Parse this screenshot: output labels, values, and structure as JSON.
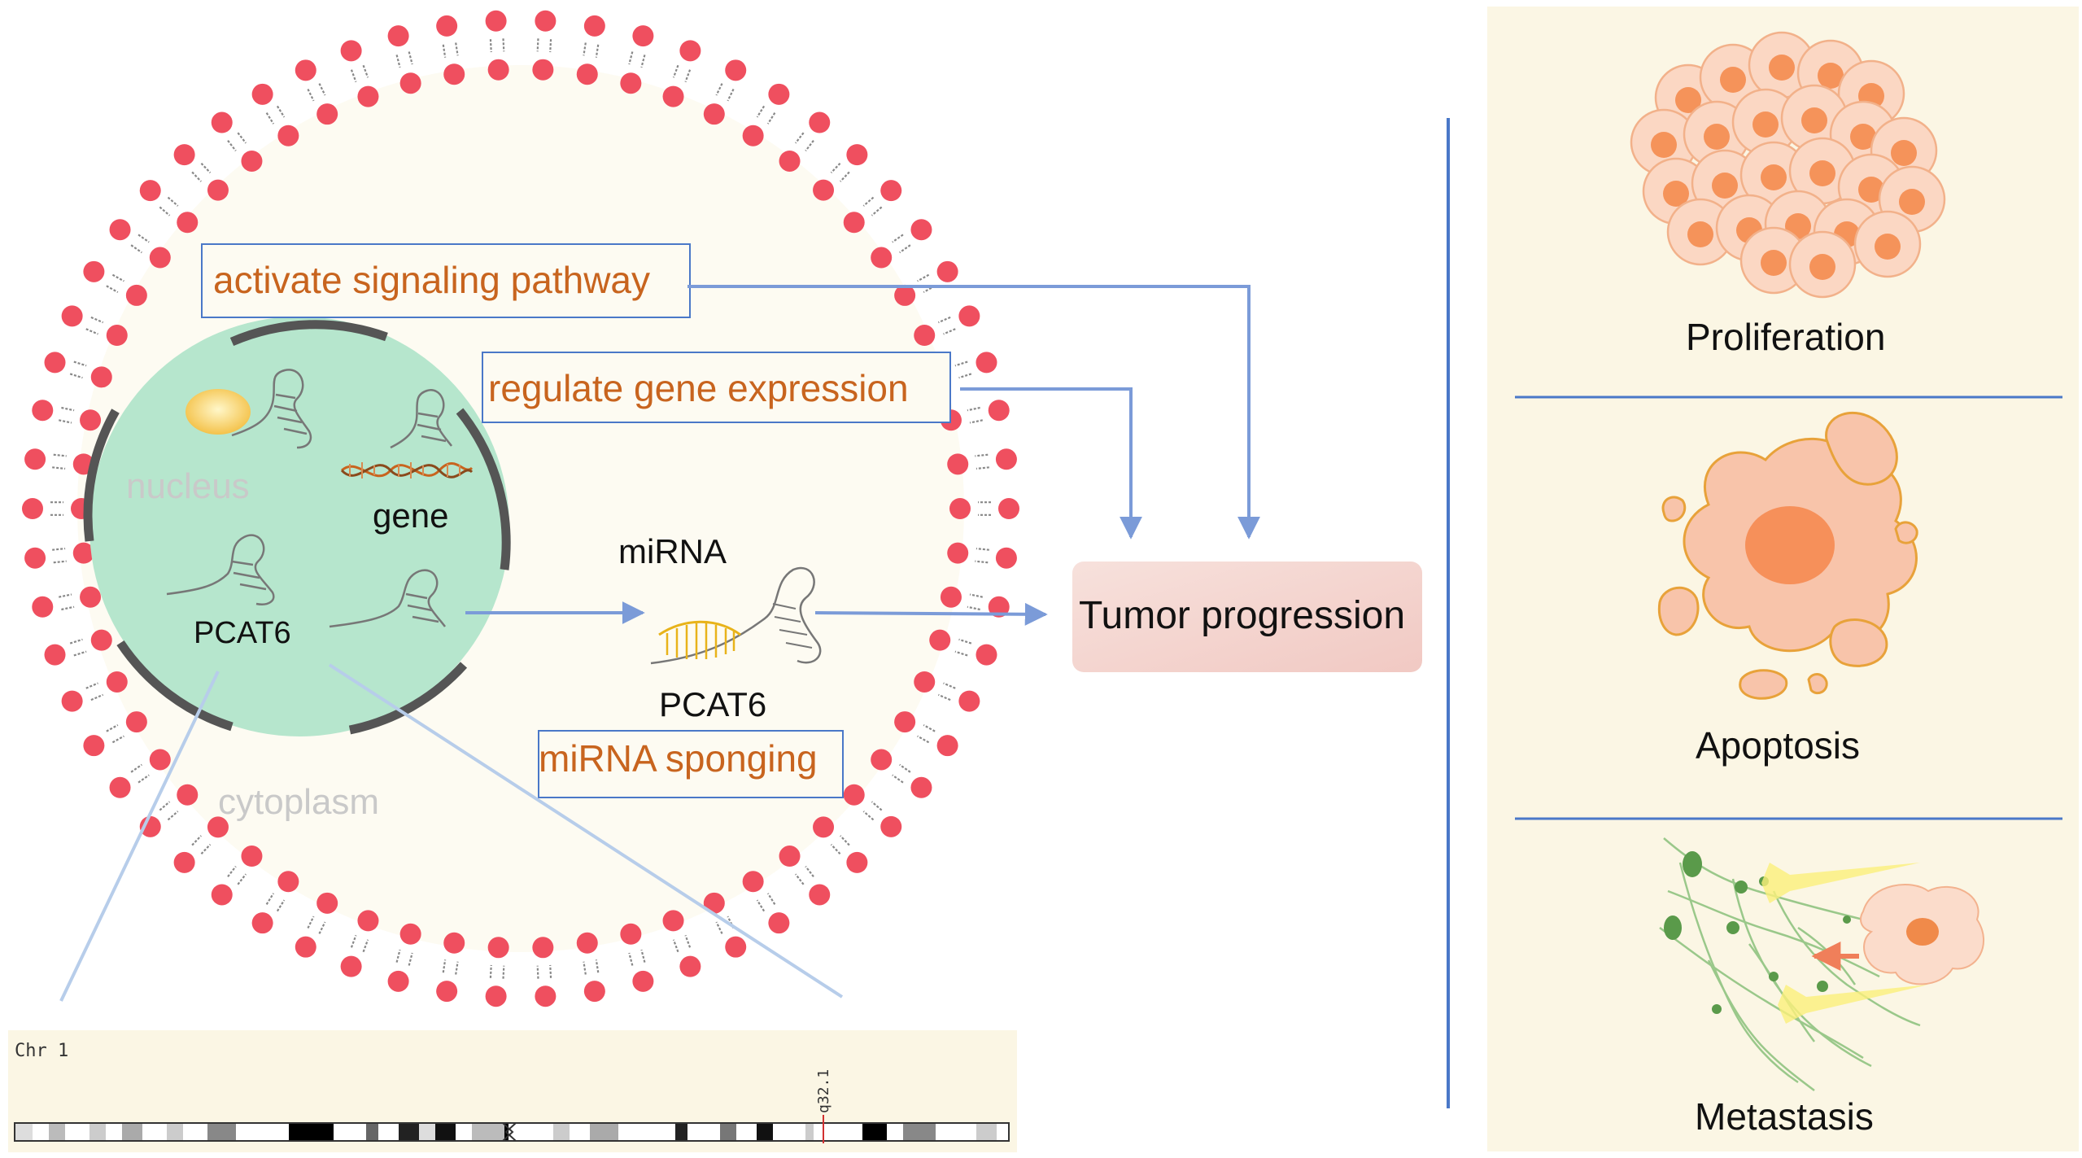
{
  "labels": {
    "activate_signaling": "activate signaling pathway",
    "regulate_gene": "regulate gene expression",
    "mirna_sponging": "miRNA sponging",
    "mirna": "miRNA",
    "pcat6_cytoplasm": "PCAT6",
    "pcat6_nucleus": "PCAT6",
    "nucleus": "nucleus",
    "cytoplasm": "cytoplasm",
    "gene": "gene",
    "tumor_progression": "Tumor progression"
  },
  "outcomes": {
    "proliferation": "Proliferation",
    "apoptosis": "Apoptosis",
    "metastasis": "Metastasis"
  },
  "chromosome": {
    "name": "Chr 1",
    "band": "q32.1"
  },
  "colors": {
    "arrow": "#7b9bd8",
    "membrane_head": "#ef4f5f",
    "nucleus_fill": "#b6e6cd",
    "cell_fill": "#fdfbf2",
    "panel_fill": "#fbf6e4",
    "tumor_box": "#f6d8d4",
    "label_text": "#c8641e"
  }
}
